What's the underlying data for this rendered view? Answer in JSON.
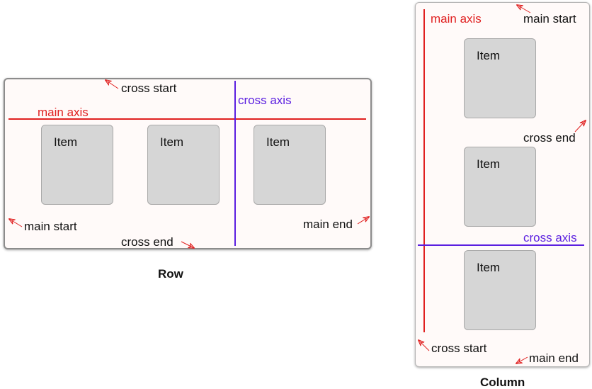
{
  "row": {
    "caption": "Row",
    "main_axis": "main axis",
    "cross_axis": "cross axis",
    "main_start": "main start",
    "main_end": "main end",
    "cross_start": "cross start",
    "cross_end": "cross end",
    "items": [
      "Item",
      "Item",
      "Item"
    ]
  },
  "column": {
    "caption": "Column",
    "main_axis": "main axis",
    "cross_axis": "cross axis",
    "main_start": "main start",
    "main_end": "main end",
    "cross_start": "cross start",
    "cross_end": "cross end",
    "items": [
      "Item",
      "Item",
      "Item"
    ]
  },
  "colors": {
    "main_axis": "#e02020",
    "cross_axis": "#5b1fe0",
    "arrow": "#e02020",
    "item_fill": "#d6d6d6",
    "panel_fill": "#fffaf9"
  }
}
